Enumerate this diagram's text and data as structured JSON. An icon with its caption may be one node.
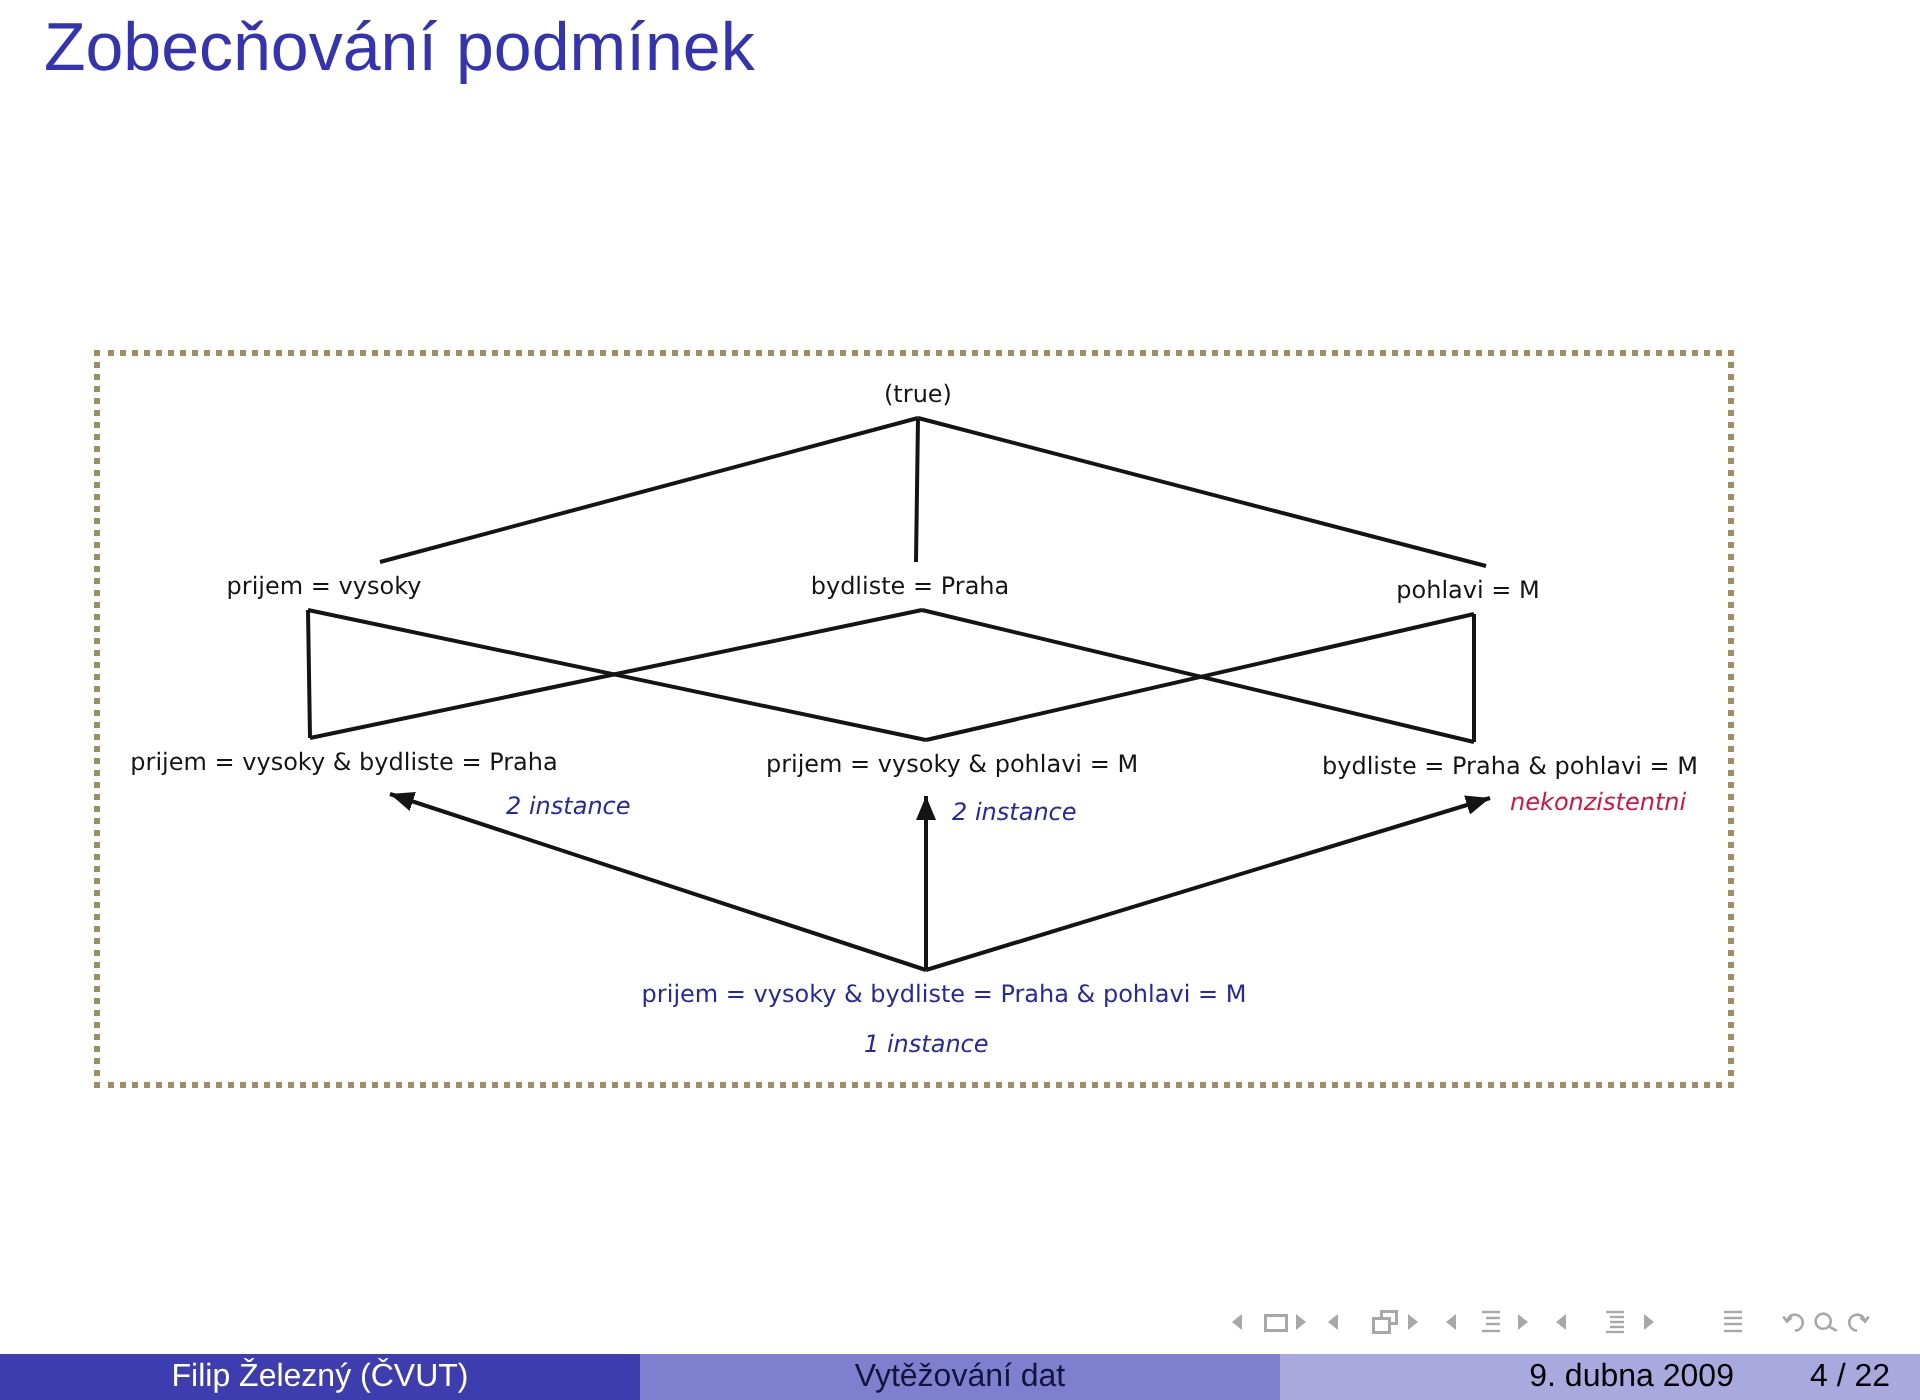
{
  "diagram": {
    "title": "Zobecňování podmínek",
    "nodes": [
      {
        "text": [
          "(true)"
        ]
      },
      {
        "text": [
          "prijem = vysoky"
        ]
      },
      {
        "text": [
          "bydliste = Praha"
        ]
      },
      {
        "text": [
          "pohlavi = M"
        ]
      },
      {
        "text": [
          "prijem = vysoky & bydliste = Praha"
        ],
        "beside": [
          "2 instance"
        ]
      },
      {
        "text": [
          "prijem = vysoky & pohlavi = M"
        ],
        "beside": [
          "2 instance"
        ]
      },
      {
        "text": [
          "bydliste = Praha & pohlavi = M"
        ],
        "beside": [
          "nekonzistentni"
        ]
      },
      {
        "text": [
          "prijem = vysoky & bydliste = Praha & pohlavi = M"
        ],
        "beside": [
          "1 instance"
        ]
      }
    ],
    "edges": [
      {
        "from": 0,
        "to": 1,
        "arrow": "none"
      },
      {
        "from": 0,
        "to": 2,
        "arrow": "none"
      },
      {
        "from": 0,
        "to": 3,
        "arrow": "none"
      },
      {
        "from": 1,
        "to": 4,
        "arrow": "none"
      },
      {
        "from": 1,
        "to": 5,
        "arrow": "none"
      },
      {
        "from": 2,
        "to": 4,
        "arrow": "none"
      },
      {
        "from": 2,
        "to": 6,
        "arrow": "none"
      },
      {
        "from": 3,
        "to": 5,
        "arrow": "none"
      },
      {
        "from": 3,
        "to": 6,
        "arrow": "none"
      },
      {
        "from": 7,
        "to": 4,
        "arrow": "to"
      },
      {
        "from": 7,
        "to": 5,
        "arrow": "to"
      },
      {
        "from": 7,
        "to": 6,
        "arrow": "to"
      }
    ],
    "labels": [
      "Filip Železný (ČVUT)",
      "Vytěžování dat",
      "9. dubna 2009",
      "4 / 22"
    ]
  }
}
